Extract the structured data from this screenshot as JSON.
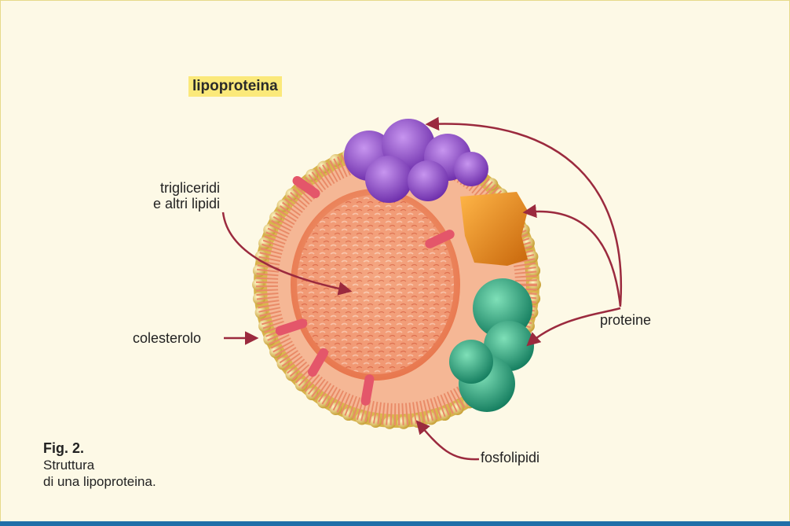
{
  "diagram": {
    "title": "lipoproteina",
    "labels": {
      "trigliceridi_line1": "trigliceridi",
      "trigliceridi_line2": "e altri lipidi",
      "colesterolo": "colesterolo",
      "proteine": "proteine",
      "fosfolipidi": "fosfolipidi"
    },
    "caption": {
      "title": "Fig. 2.",
      "line1": "Struttura",
      "line2": "di una lipoproteina."
    }
  },
  "colors": {
    "background": "#fdf9e6",
    "title_highlight": "#fbe97a",
    "arrow": "#9b2a3e",
    "bottom_rule": "#1f6fa8",
    "shell": "#e9c85a",
    "core": "#f19a72",
    "protein_purple": "#8a3fc4",
    "protein_orange": "#e58a18",
    "protein_green": "#1fa27b"
  }
}
